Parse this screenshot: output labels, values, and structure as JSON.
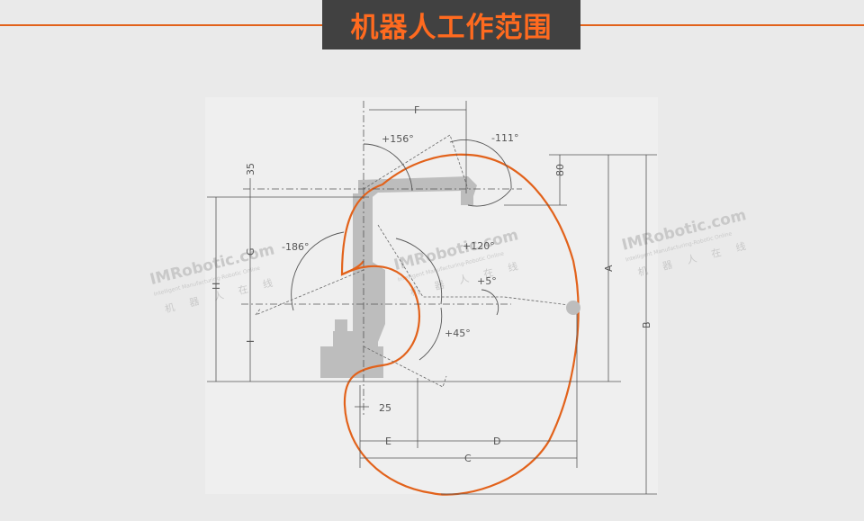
{
  "title": "机器人工作范围",
  "diagram": {
    "dimension_labels": {
      "A": "A",
      "B": "B",
      "C": "C",
      "D": "D",
      "E": "E",
      "F": "F",
      "G": "G",
      "H": "H",
      "I": "I"
    },
    "numbers": {
      "v35": "35",
      "v80": "80",
      "v25": "25"
    },
    "angles": {
      "a156": "+156°",
      "a111": "-111°",
      "a186": "-186°",
      "a120": "+120°",
      "a5": "+5°",
      "a45": "+45°"
    }
  },
  "watermark": {
    "brand": "IMRobotic.com",
    "tagline": "Intelligent Manufacturing-Robotic Online",
    "chars": [
      "机",
      "器",
      "人",
      "在",
      "线"
    ]
  },
  "colors": {
    "accent": "#e2621b",
    "title_bg": "#414141",
    "title_text": "#ff6a1f",
    "envelope": "#e2621b",
    "robot": "#bdbdbd"
  }
}
